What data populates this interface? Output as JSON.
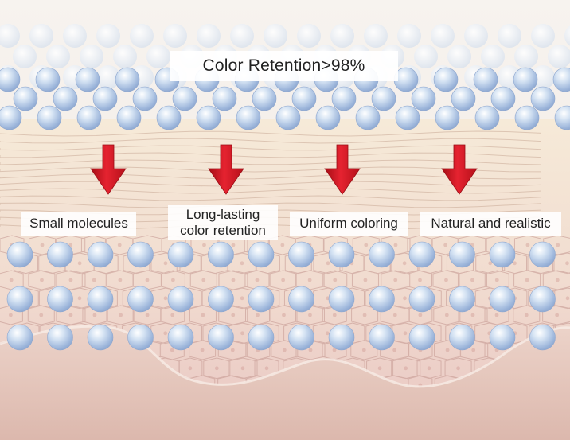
{
  "title": "Color Retention>98%",
  "labels": [
    {
      "text": "Small molecules"
    },
    {
      "line1": "Long-lasting",
      "line2": "color retention"
    },
    {
      "text": "Uniform coloring"
    },
    {
      "text": "Natural and realistic"
    }
  ],
  "colors": {
    "arrow": "#d8151f",
    "bead": "#b9cde6",
    "skin_top": "#f5eadb",
    "skin_mid": "#efd3cc",
    "skin_deep": "#e4b9b5",
    "tissue_bottom": "#e6c9bf"
  },
  "icons": [
    "down-arrow-icon",
    "pigment-bead-icon"
  ]
}
